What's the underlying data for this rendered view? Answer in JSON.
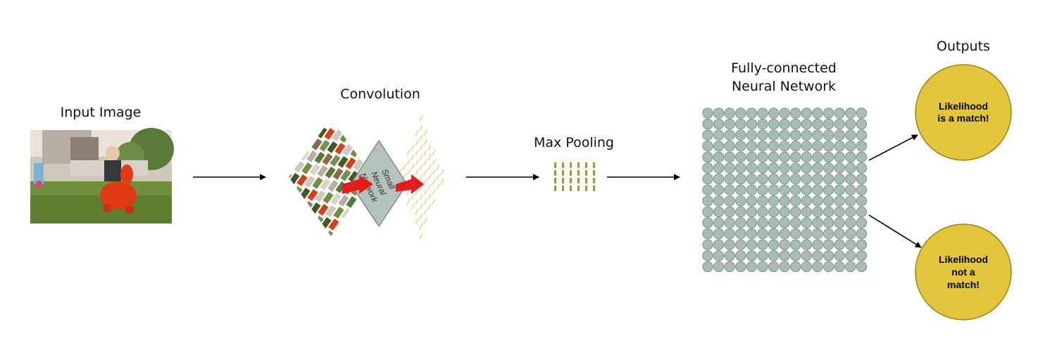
{
  "labels": {
    "input_image": "Input Image",
    "convolution": "Convolution",
    "max_pooling": "Max Pooling",
    "fc_line1": "Fully-connected",
    "fc_line2": "Neural Network",
    "outputs": "Outputs"
  },
  "small_network": [
    "Small",
    "Neural",
    "Network"
  ],
  "output_nodes": [
    {
      "lines": [
        "Likelihood",
        "is a match!"
      ]
    },
    {
      "lines": [
        "Likelihood",
        "not a",
        "match!"
      ]
    }
  ],
  "colors": {
    "node_fill": "#a9bbb5",
    "node_stroke": "#7f918b",
    "output_fill": "#e3c53c",
    "output_stroke": "#9b8418",
    "pool_bar": "#a89536",
    "conv_out": "#e3d89a",
    "red_arrow": "#e31b1b",
    "small_net_fill": "#b4c4bd"
  },
  "grids": {
    "fc_cols": 15,
    "fc_rows": 15,
    "pool_bars": 6,
    "conv_tiles": 9
  },
  "icons": {
    "photo": "child-on-toy-horse-photo"
  }
}
